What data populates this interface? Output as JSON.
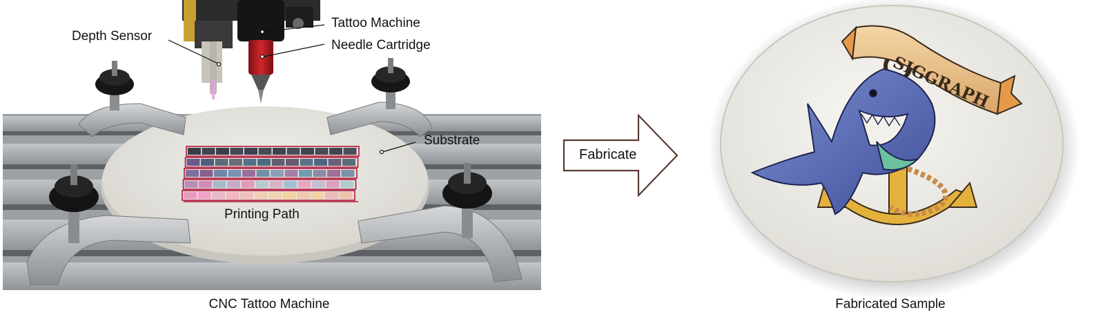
{
  "labels": {
    "depth_sensor": "Depth Sensor",
    "tattoo_machine": "Tattoo Machine",
    "needle_cartridge": "Needle Cartridge",
    "substrate": "Substrate",
    "printing_path": "Printing Path",
    "fabricate": "Fabricate",
    "sample_banner_text": "SIGGRAPH"
  },
  "captions": {
    "left": "CNC Tattoo Machine",
    "right": "Fabricated Sample"
  },
  "colors": {
    "arrow_stroke": "#5a3a32",
    "path_outline": "#b0173a",
    "rail": "#a7abaf",
    "substrate": "#e8e6e0"
  },
  "swatch_rows": [
    [
      "#3a3d48",
      "#40444f",
      "#3b3f4a",
      "#454954",
      "#3c4050",
      "#464a55",
      "#3e424d",
      "#4a4e59",
      "#3f4350",
      "#474b56",
      "#41454f",
      "#4b4f59"
    ],
    [
      "#6b5a8a",
      "#4d5d7a",
      "#5b6b7a",
      "#6a6a78",
      "#556f88",
      "#4c6a7f",
      "#5e5f70",
      "#68596f",
      "#5a7385",
      "#4f6680",
      "#6a5e7a",
      "#5b6c78"
    ],
    [
      "#7e6f9f",
      "#8a5f8c",
      "#6e86a8",
      "#7a91b0",
      "#9a6f9a",
      "#708fa6",
      "#8aa0b8",
      "#a47fa6",
      "#6f9cb0",
      "#8c8aa8",
      "#a06e98",
      "#7b93a8"
    ],
    [
      "#b98fb8",
      "#d28ab7",
      "#a6b9c9",
      "#c7a9c9",
      "#e29ab9",
      "#b8c8cc",
      "#d7b3c8",
      "#9fc0d0",
      "#e6a7c2",
      "#c2c0d4",
      "#dfa0bd",
      "#b1cbd3"
    ],
    [
      "#e99ac0",
      "#f0a3c6",
      "#e8b8c8",
      "#f3b6c2",
      "#eec1bd",
      "#f0cdb3",
      "#efd5b0",
      "#f1d39e",
      "#f0c9ad",
      "#f3d2a2",
      "#eeb9b9",
      "#f0c2ad"
    ]
  ]
}
